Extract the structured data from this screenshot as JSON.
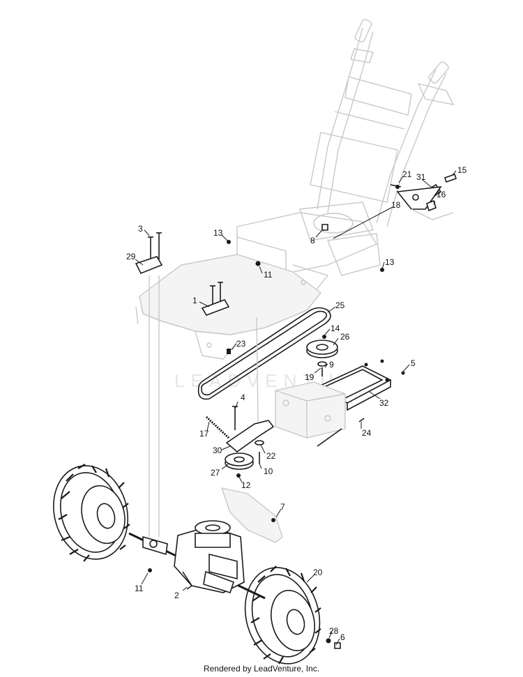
{
  "watermark": "LEADVENTURE",
  "footer": "Rendered by LeadVenture, Inc.",
  "callouts": [
    "1",
    "2",
    "3",
    "4",
    "5",
    "6",
    "7",
    "8",
    "9",
    "10",
    "11",
    "11",
    "12",
    "13",
    "13",
    "14",
    "15",
    "16",
    "17",
    "18",
    "19",
    "20",
    "21",
    "22",
    "23",
    "24",
    "25",
    "26",
    "27",
    "28",
    "29",
    "30",
    "31",
    "32"
  ]
}
